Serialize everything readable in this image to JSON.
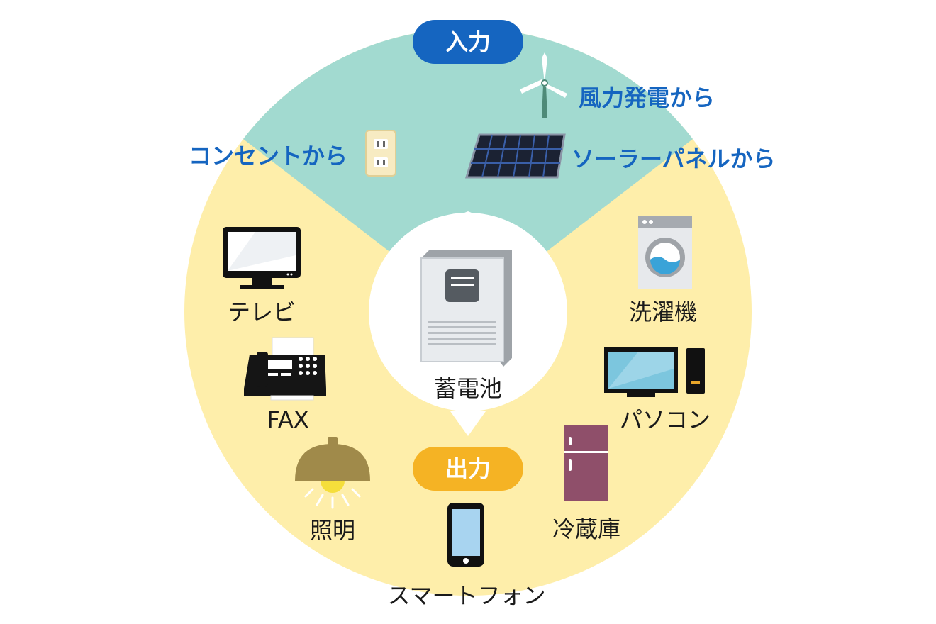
{
  "input": {
    "badge": "入力",
    "sources": {
      "wind": "風力発電から",
      "outlet": "コンセントから",
      "solar": "ソーラーパネルから"
    }
  },
  "center": {
    "label": "蓄電池"
  },
  "output": {
    "badge": "出力",
    "devices": {
      "tv": "テレビ",
      "fax": "FAX",
      "light": "照明",
      "smartphone": "スマートフォン",
      "fridge": "冷蔵庫",
      "pc": "パソコン",
      "washer": "洗濯機"
    }
  },
  "colors": {
    "input_area": "#a2dad0",
    "output_area": "#feeeaa",
    "input_badge": "#1565c0",
    "output_badge": "#f5b324",
    "input_text": "#1565c0"
  }
}
